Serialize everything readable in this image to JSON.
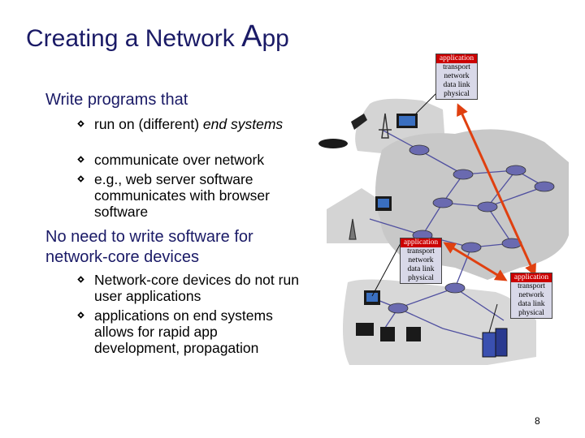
{
  "slide": {
    "title_main": "Creating a Network ",
    "title_big": "A",
    "title_tail": "pp",
    "heading1": "Write programs that",
    "bullets1": [
      {
        "prefix": "run on (different) ",
        "italic": "end systems"
      },
      {
        "text": "communicate over network"
      },
      {
        "text": "e.g., web server software communicates with browser software"
      }
    ],
    "heading2": "No need to write software for network-core devices",
    "bullets2": [
      {
        "text": "Network-core devices do not run user applications"
      },
      {
        "text": "applications on end systems allows for rapid app development, propagation"
      }
    ],
    "page_number": "8"
  },
  "stacks": {
    "top": [
      "application",
      "transport",
      "network",
      "data link",
      "physical"
    ],
    "middle": [
      "application",
      "transport",
      "network",
      "data link",
      "physical"
    ],
    "right": [
      "application",
      "transport",
      "network",
      "data link",
      "physical"
    ]
  },
  "colors": {
    "title": "#1a1a66",
    "application_layer": "#cc0000",
    "link_arrows": "#e04010",
    "cloud": "#d4d4d4",
    "network_cloud": "#c8c8c8",
    "lines": "#5050a0"
  }
}
